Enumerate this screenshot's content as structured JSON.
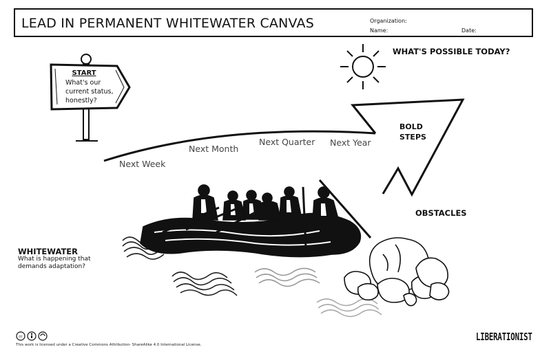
{
  "header": {
    "title": "LEAD IN PERMANENT WHITEWATER CANVAS",
    "organization_label": "Organization:",
    "name_label": "Name:",
    "date_label": "Date:"
  },
  "start_sign": {
    "title": "START",
    "question": "What's our current status, honestly?"
  },
  "possible_today": "WHAT'S POSSIBLE TODAY?",
  "bold_steps": "BOLD STEPS",
  "obstacles": "OBSTACLES",
  "whitewater": {
    "title": "WHITEWATER",
    "question": "What is happening that demands adaptation?"
  },
  "timeline": [
    "Next Week",
    "Next Month",
    "Next Quarter",
    "Next Year"
  ],
  "footer": {
    "license": "This work is licensed under a Creative Commons Attribution- ShareAlike 4.0 International License.",
    "brand": "LIBERATIONIST"
  },
  "icons": [
    "signpost-icon",
    "sun-icon",
    "arrow-icon",
    "raft-icon",
    "rocks-icon",
    "waves-icon",
    "cc-icon"
  ]
}
